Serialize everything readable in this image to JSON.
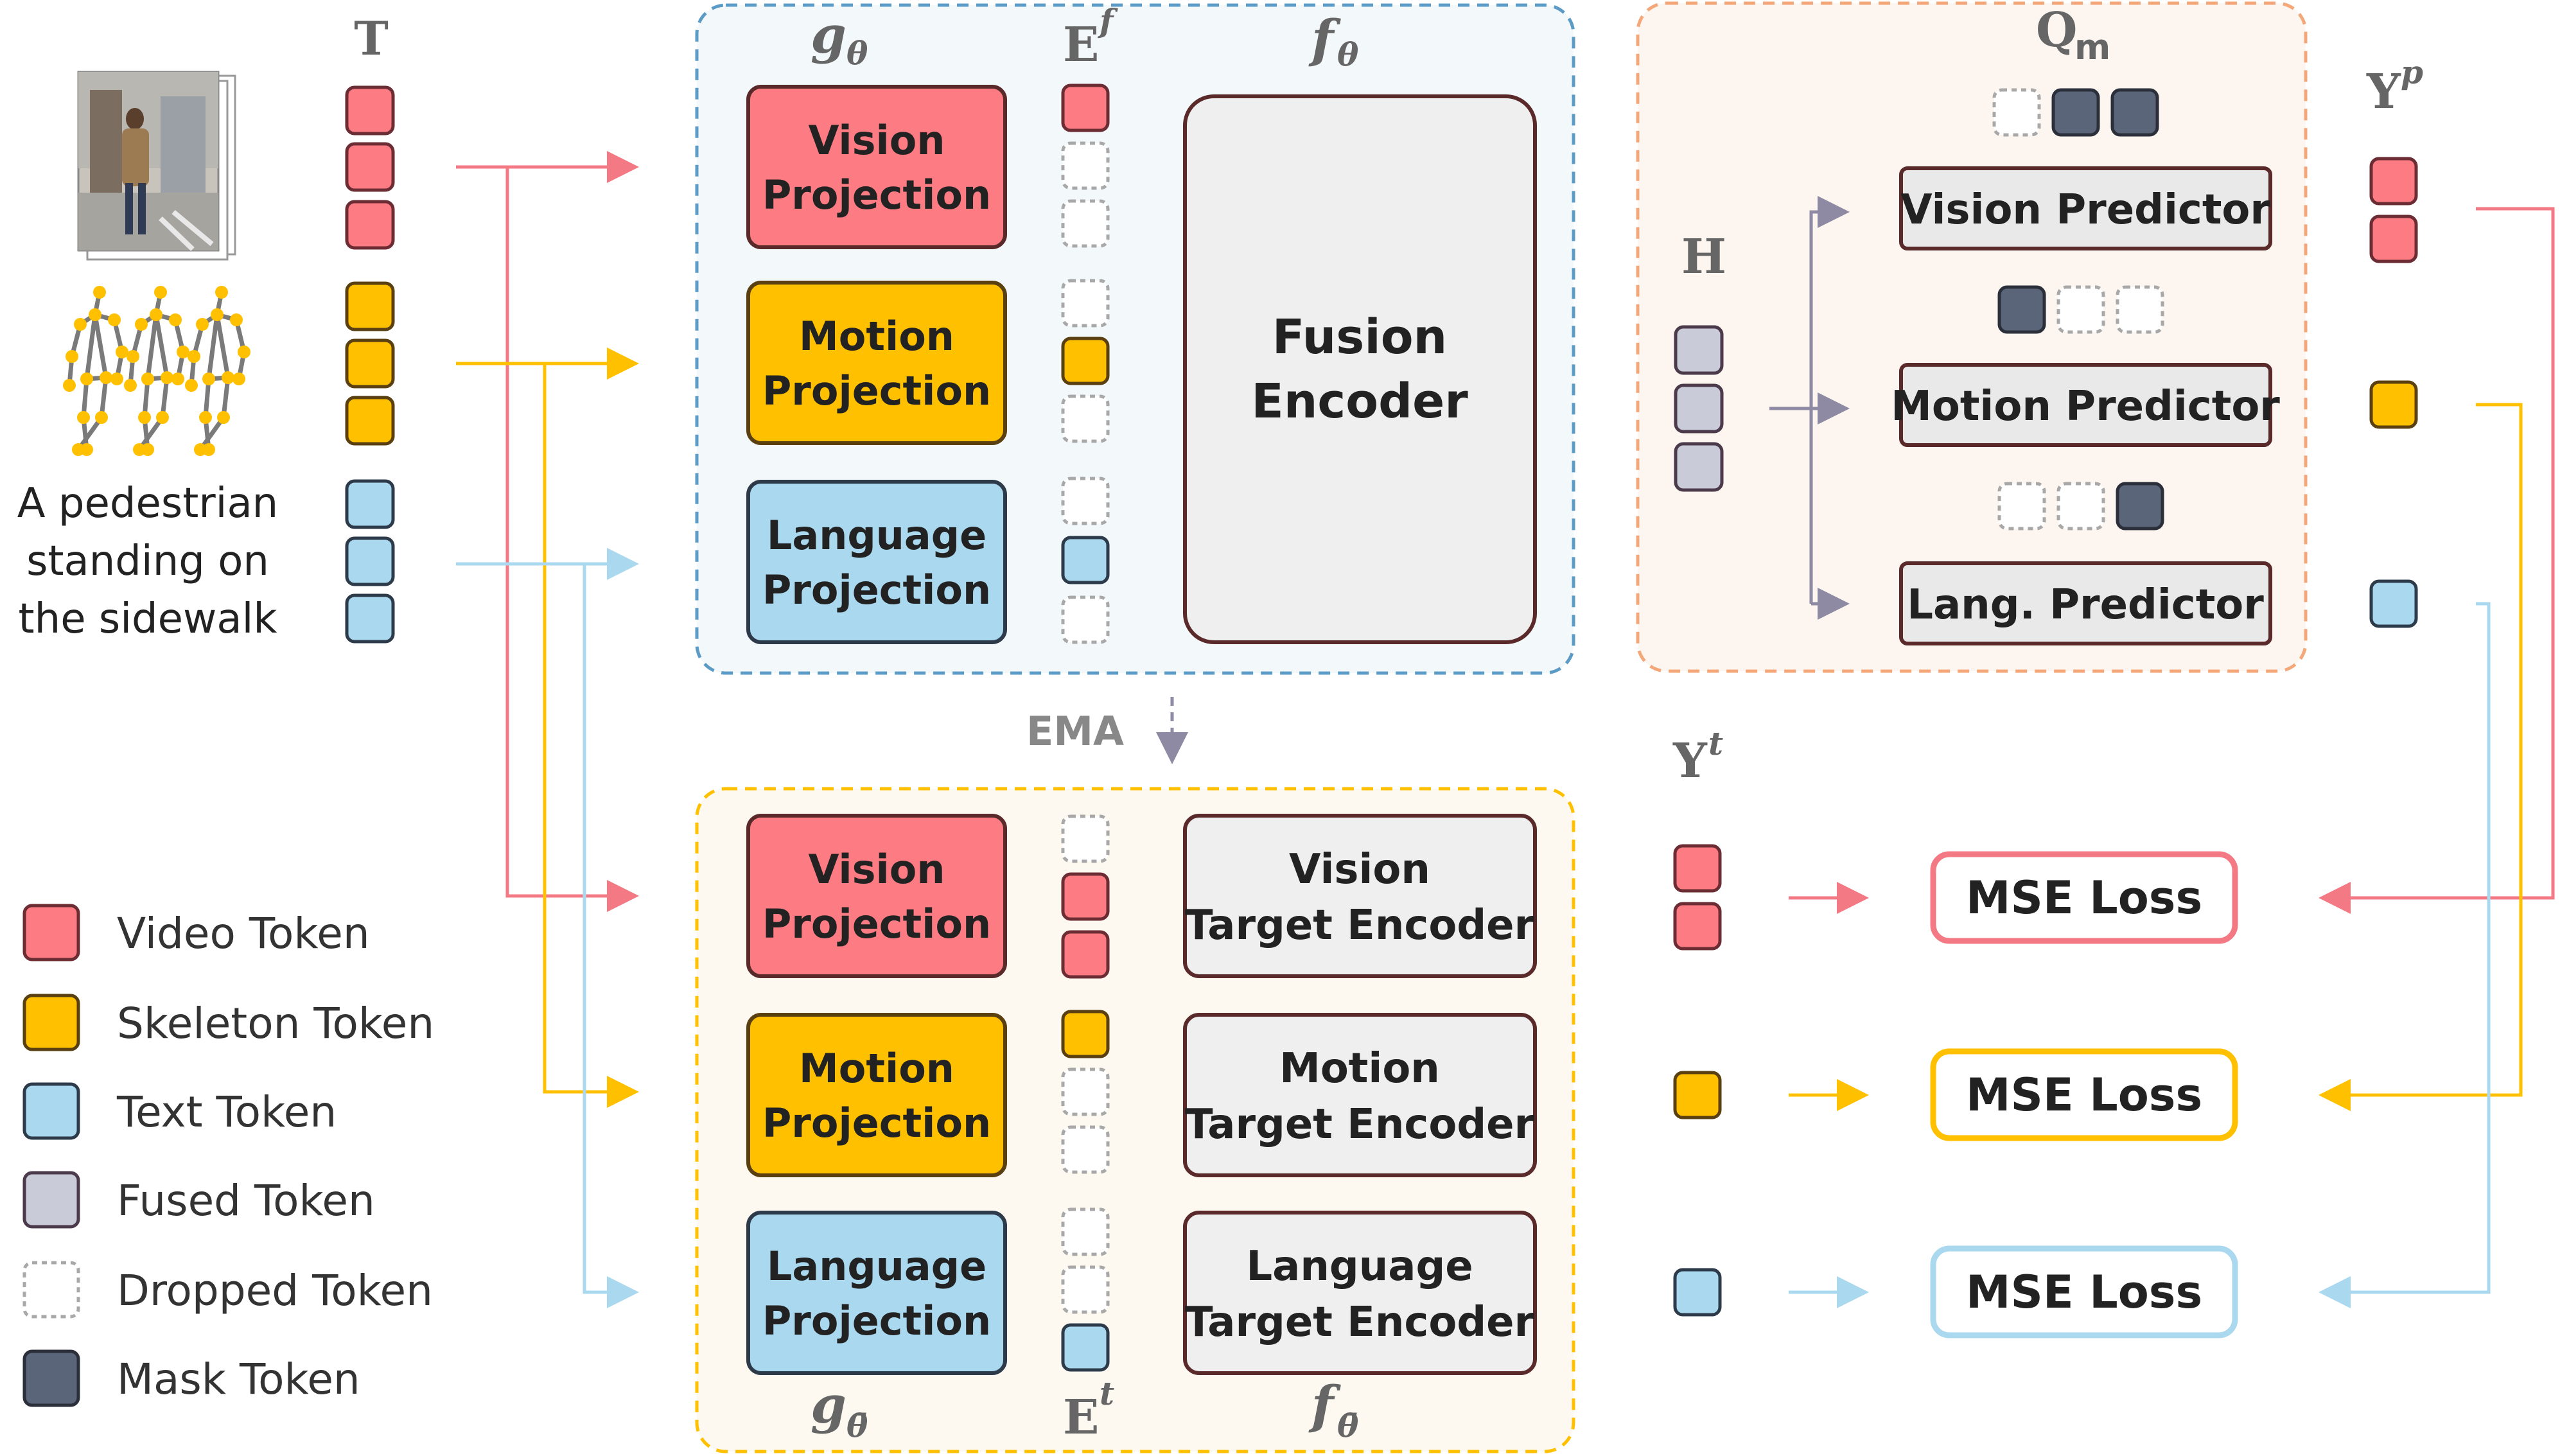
{
  "symbols": {
    "T": "T",
    "g_theta": "g",
    "g_theta_sub": "θ",
    "E_f": "E",
    "E_f_sup": "f",
    "f_theta": "f",
    "f_theta_sub": "θ",
    "Q_m": "Q",
    "Q_m_sub": "m",
    "Y_p": "Y",
    "Y_p_sup": "p",
    "H": "H",
    "Y_t": "Y",
    "Y_t_sup": "t",
    "g_theta_bar": "g",
    "g_theta_bar_sub": "θ̄",
    "E_t": "E",
    "E_t_sup": "t",
    "f_theta_bar": "f",
    "f_theta_bar_sub": "θ̄",
    "ema": "EMA"
  },
  "input_text": [
    "A pedestrian",
    "standing on",
    "the sidewalk"
  ],
  "online_branch": {
    "vision_projection": [
      "Vision",
      "Projection"
    ],
    "motion_projection": [
      "Motion",
      "Projection"
    ],
    "language_projection": [
      "Language",
      "Projection"
    ],
    "fusion_encoder": [
      "Fusion",
      "Encoder"
    ]
  },
  "target_branch": {
    "vision_projection": [
      "Vision",
      "Projection"
    ],
    "motion_projection": [
      "Motion",
      "Projection"
    ],
    "language_projection": [
      "Language",
      "Projection"
    ],
    "vision_target_encoder": [
      "Vision",
      "Target Encoder"
    ],
    "motion_target_encoder": [
      "Motion",
      "Target Encoder"
    ],
    "language_target_encoder": [
      "Language",
      "Target Encoder"
    ]
  },
  "predictors": {
    "vision": "Vision Predictor",
    "motion": "Motion Predictor",
    "language": "Lang. Predictor"
  },
  "losses": [
    "MSE Loss",
    "MSE Loss",
    "MSE Loss"
  ],
  "legend": [
    {
      "label": "Video Token",
      "kind": "video"
    },
    {
      "label": "Skeleton Token",
      "kind": "skeleton"
    },
    {
      "label": "Text Token",
      "kind": "text"
    },
    {
      "label": "Fused Token",
      "kind": "fused"
    },
    {
      "label": "Dropped Token",
      "kind": "dropped"
    },
    {
      "label": "Mask Token",
      "kind": "mask"
    }
  ],
  "colors": {
    "video": "#fd7c83",
    "skeleton": "#ffc000",
    "text": "#a9d8ef",
    "fused": "#cacbd9",
    "mask": "#5a657a",
    "arrow_video": "#f37a84",
    "arrow_skeleton": "#ffc000",
    "arrow_text": "#a9d8ef",
    "arrow_gray": "#8f8aa3",
    "box_gray": "#efefef",
    "online_bg": "#f3f8fb",
    "online_border": "#5b9bc6",
    "target_bg": "#fdf9f1",
    "target_border": "#ffc000",
    "predictor_bg": "#fdf6f0",
    "predictor_border": "#f4a779"
  }
}
